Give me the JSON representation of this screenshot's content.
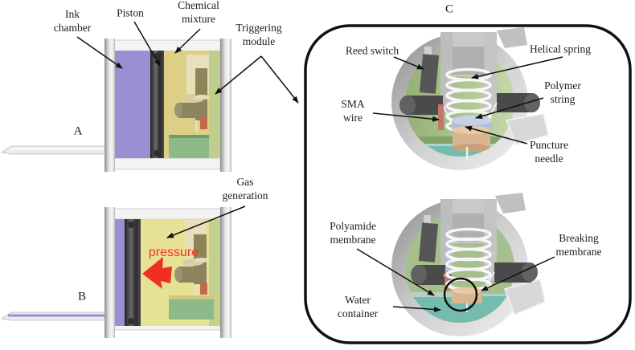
{
  "panels": {
    "a": {
      "letter": "A"
    },
    "b": {
      "letter": "B"
    },
    "c": {
      "letter": "C"
    }
  },
  "labels": {
    "ink_chamber": "Ink\nchamber",
    "piston": "Piston",
    "chemical_mixture": "Chemical\nmixture",
    "triggering_module": "Triggering\nmodule",
    "gas_generation": "Gas\ngeneration",
    "pressure": "pressure",
    "reed_switch": "Reed switch",
    "helical_spring": "Helical spring",
    "sma_wire": "SMA\nwire",
    "polymer_string": "Polymer\nstring",
    "puncture_needle": "Puncture\nneedle",
    "polyamide_membrane": "Polyamide\nmembrane",
    "breaking_membrane": "Breaking\nmembrane",
    "water_container": "Water\ncontainer"
  },
  "colors": {
    "ink_purple": "#9a8fd3",
    "piston_dark": "#3c3c3c",
    "chemical_yellow": "#ddcf86",
    "gas_yellow": "#e6e195",
    "trigger_green_strip": "#bfce8d",
    "green_box": "#8cba88",
    "inner_green": "#a6c08d",
    "water_teal": "#74bcae",
    "pressure_red": "#ee3020",
    "spring_white": "#f7f7f7",
    "tan_cylinder": "#d9b690",
    "sma_red": "#c1776b",
    "frame_gray": "#c9c9c9"
  }
}
